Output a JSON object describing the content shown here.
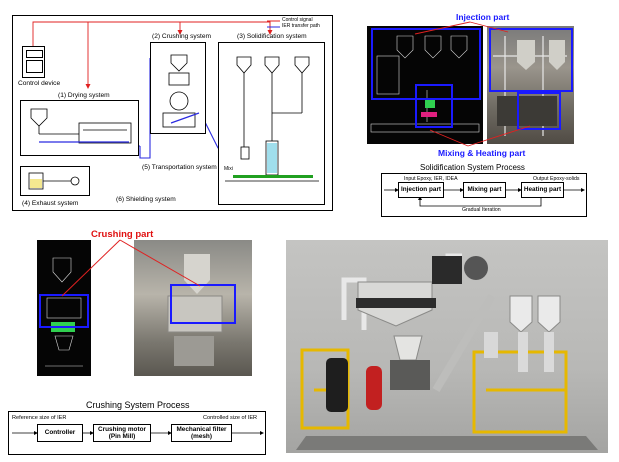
{
  "overview": {
    "control_device": "Control device",
    "legend": {
      "control_signal": "Control signal",
      "transfer_path": "IER transfer path",
      "control_color": "#e02020",
      "transfer_color": "#2a2ae0"
    },
    "drying": "(1) Drying system",
    "crushing": "(2) Crushing system",
    "solidification": "(3) Solidification system",
    "exhaust": "(4) Exhaust system",
    "transportation": "(5) Transportation system",
    "shielding": "(6) Shielding system",
    "mix_tag": "Mixi"
  },
  "injection_panel": {
    "injection_label": "Injection part",
    "mixing_label": "Mixing & Heating part",
    "accent": "#1a1aff"
  },
  "solid_process": {
    "title": "Solidification System Process",
    "input": "Input Epoxy, IER, IDEA",
    "output": "Output Epoxy-solids",
    "steps": [
      "Injection part",
      "Mixing part",
      "Heating part"
    ],
    "feedback": "Gradual Iteration"
  },
  "crushing_panel": {
    "label": "Crushing part",
    "accent": "#e01010"
  },
  "crush_process": {
    "title": "Crushing System Process",
    "ref": "Reference size of IER",
    "ctrl": "Controlled size of IER",
    "step1": "Controller",
    "step2_l1": "Crushing motor",
    "step2_l2": "(Pin Mill)",
    "step3_l1": "Mechanical filter",
    "step3_l2": "(mesh)"
  }
}
